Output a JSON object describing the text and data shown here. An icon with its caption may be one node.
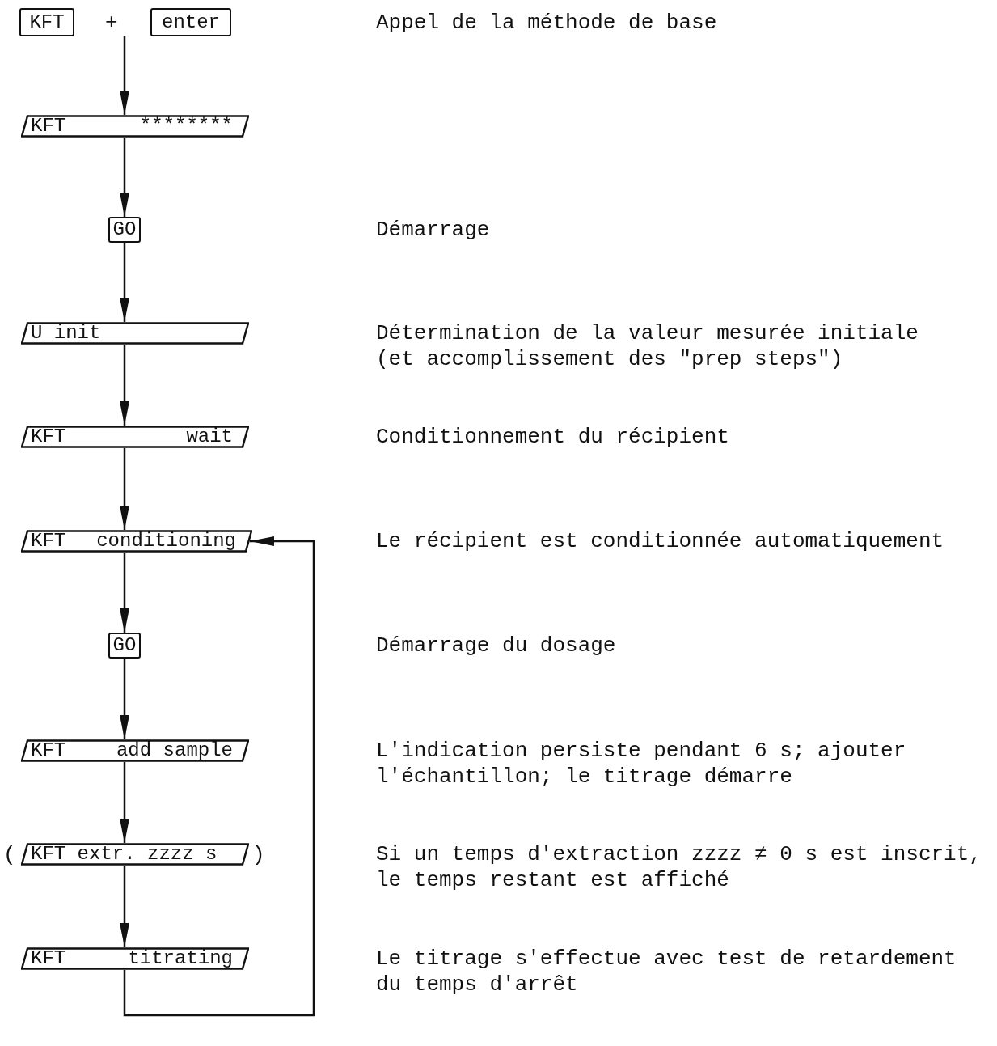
{
  "diagram": {
    "nodes": [
      {
        "text": [
          "KFT"
        ]
      },
      {
        "text": [
          "enter"
        ]
      },
      {
        "text": [
          "KFT",
          "********"
        ]
      },
      {
        "text": [
          "GO"
        ]
      },
      {
        "text": [
          "U init"
        ]
      },
      {
        "text": [
          "KFT",
          "wait"
        ]
      },
      {
        "text": [
          "KFT",
          "conditioning"
        ]
      },
      {
        "text": [
          "GO"
        ]
      },
      {
        "text": [
          "KFT",
          "add sample"
        ]
      },
      {
        "text": [
          "KFT extr. zzzz s"
        ],
        "beside": [
          "(",
          ")"
        ]
      },
      {
        "text": [
          "KFT",
          "titrating"
        ]
      }
    ],
    "edges": [
      {
        "from": null,
        "to": 2,
        "arrow": "to"
      },
      {
        "from": 2,
        "to": 3,
        "arrow": "to"
      },
      {
        "from": 3,
        "to": 4,
        "arrow": "to"
      },
      {
        "from": 4,
        "to": 5,
        "arrow": "to"
      },
      {
        "from": 5,
        "to": 6,
        "arrow": "to"
      },
      {
        "from": 6,
        "to": 7,
        "arrow": "to"
      },
      {
        "from": 7,
        "to": 8,
        "arrow": "to"
      },
      {
        "from": 8,
        "to": 9,
        "arrow": "to"
      },
      {
        "from": 9,
        "to": 10,
        "arrow": "to"
      },
      {
        "from": 10,
        "to": 6,
        "arrow": "to"
      }
    ],
    "labels": [
      "+",
      "Appel de la méthode de base",
      "Démarrage",
      "Détermination de la valeur mesurée initiale (et accomplissement des \"prep steps\")",
      "Conditionnement du récipient",
      "Le récipient est conditionnée automatiquement",
      "Démarrage du dosage",
      "L'indication persiste pendant 6 s; ajouter l'échantillon; le titrage démarre",
      "Si un temps d'extraction zzzz ≠ 0 s est inscrit, le temps restant est affiché",
      "Le titrage s'effectue avec test de retardement du temps d'arrêt"
    ]
  }
}
